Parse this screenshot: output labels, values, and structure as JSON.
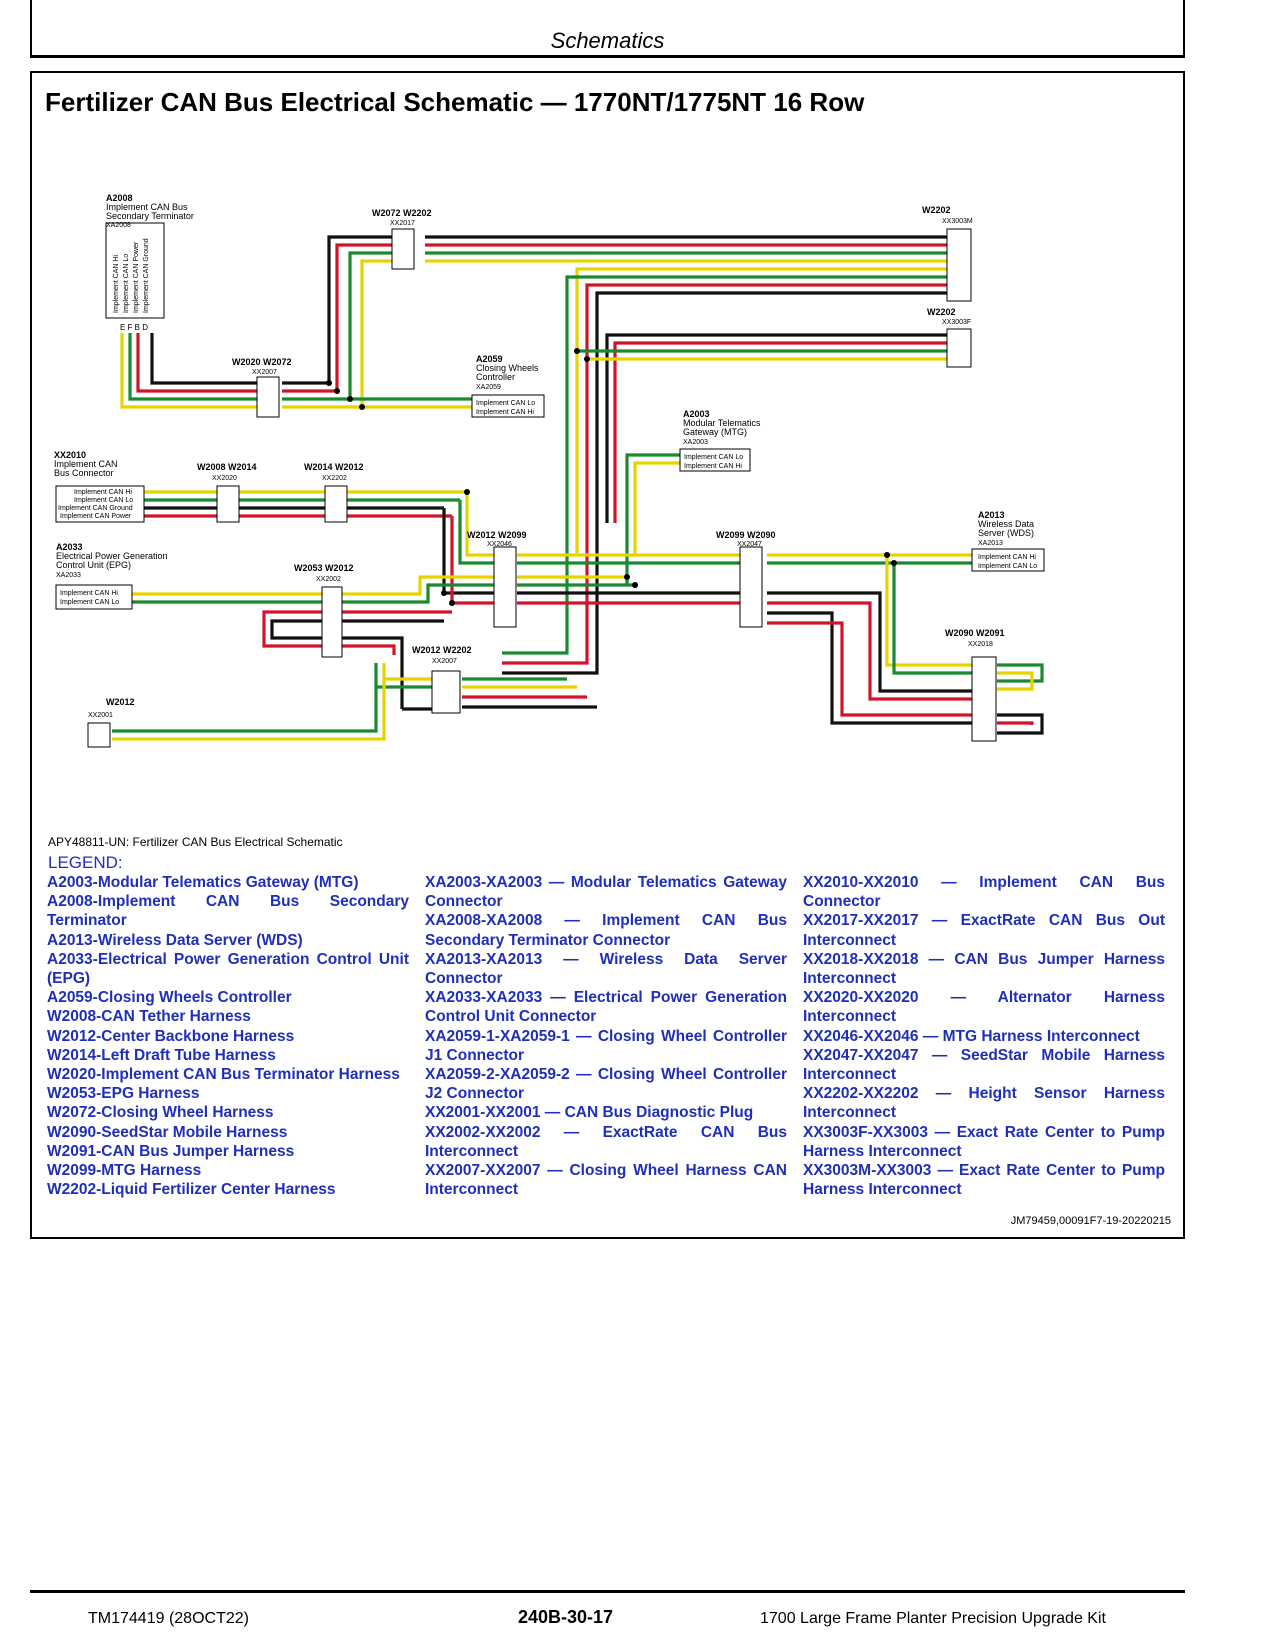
{
  "header": {
    "section": "Schematics"
  },
  "title": "Fertilizer CAN Bus Electrical Schematic — 1770NT/1775NT 16 Row",
  "caption": "APY48811-UN: Fertilizer CAN Bus Electrical Schematic",
  "legend_heading": "LEGEND:",
  "legend_col1": [
    "A2003-Modular Telematics Gateway (MTG)",
    "A2008-Implement CAN Bus Secondary Terminator",
    "A2013-Wireless Data Server (WDS)",
    "A2033-Electrical Power Generation Control Unit (EPG)",
    "A2059-Closing Wheels Controller",
    "W2008-CAN Tether Harness",
    "W2012-Center Backbone Harness",
    "W2014-Left Draft Tube Harness",
    "W2020-Implement CAN Bus Terminator Harness",
    "W2053-EPG Harness",
    "W2072-Closing Wheel Harness",
    "W2090-SeedStar Mobile Harness",
    "W2091-CAN Bus Jumper Harness",
    "W2099-MTG Harness",
    "W2202-Liquid Fertilizer Center Harness"
  ],
  "legend_col2": [
    "XA2003-XA2003 — Modular Telematics Gateway Connector",
    "XA2008-XA2008 — Implement CAN Bus Secondary Terminator Connector",
    "XA2013-XA2013 — Wireless Data Server Connector",
    "XA2033-XA2033 — Electrical Power Generation Control Unit Connector",
    "XA2059-1-XA2059-1 — Closing Wheel Controller J1 Connector",
    "XA2059-2-XA2059-2 — Closing Wheel Controller J2 Connector",
    "XX2001-XX2001 — CAN Bus Diagnostic Plug",
    "XX2002-XX2002 — ExactRate CAN Bus Interconnect",
    "XX2007-XX2007 — Closing Wheel Harness CAN Interconnect"
  ],
  "legend_col3": [
    "XX2010-XX2010 — Implement CAN Bus Connector",
    "XX2017-XX2017 — ExactRate CAN Bus Out Interconnect",
    "XX2018-XX2018 — CAN Bus Jumper Harness Interconnect",
    "XX2020-XX2020 — Alternator Harness Interconnect",
    "XX2046-XX2046 — MTG Harness Interconnect",
    "XX2047-XX2047 — SeedStar Mobile Harness Interconnect",
    "XX2202-XX2202 — Height Sensor Harness Interconnect",
    "XX3003F-XX3003 — Exact Rate Center to Pump Harness Interconnect",
    "XX3003M-XX3003 — Exact Rate Center to Pump Harness Interconnect"
  ],
  "reference": "JM79459,00091F7-19-20220215",
  "footer": {
    "left": "TM174419 (28OCT22)",
    "center": "240B-30-17",
    "right": "1700 Large Frame Planter Precision Upgrade Kit"
  },
  "components": {
    "a2008": {
      "id": "A2008",
      "name1": "Implement CAN Bus",
      "name2": "Secondary Terminator",
      "conn": "XA2008",
      "pins": [
        "Implement CAN Hi",
        "Implement CAN Lo",
        "Implement CAN Power",
        "Implement CAN Ground"
      ],
      "pin_letters": "E F B D"
    },
    "w2072_w2202": {
      "id": "W2072  W2202",
      "conn": "XX2017"
    },
    "w2202_top": {
      "id": "W2202",
      "conn": "XX3003M"
    },
    "w2202_mid": {
      "id": "W2202",
      "conn": "XX3003F"
    },
    "w2020_w2072": {
      "id": "W2020  W2072",
      "conn": "XX2007"
    },
    "a2059": {
      "id": "A2059",
      "name1": "Closing Wheels",
      "name2": "Controller",
      "conn": "XA2059",
      "pin1": "Implement CAN Lo",
      "pin2": "Implement CAN Hi"
    },
    "a2003": {
      "id": "A2003",
      "name1": "Modular Telematics",
      "name2": "Gateway (MTG)",
      "conn": "XA2003",
      "pin1": "Implement CAN Lo",
      "pin2": "Implement CAN Hi"
    },
    "xx2010": {
      "id": "XX2010",
      "name1": "Implement CAN",
      "name2": "Bus Connector",
      "pins": [
        "Implement CAN Hi",
        "Implement CAN Lo",
        "Implement CAN Ground",
        "Implement CAN Power"
      ]
    },
    "w2008_w2014": {
      "id": "W2008  W2014",
      "conn": "XX2020"
    },
    "w2014_w2012": {
      "id": "W2014  W2012",
      "conn": "XX2202"
    },
    "w2012_w2099": {
      "id": "W2012  W2099",
      "conn": "XX2046"
    },
    "w2099_w2090": {
      "id": "W2099  W2090",
      "conn": "XX2047"
    },
    "a2013": {
      "id": "A2013",
      "name1": "Wireless Data",
      "name2": "Server (WDS)",
      "conn": "XA2013",
      "pin1": "Implement CAN Hi",
      "pin2": "Implement CAN Lo"
    },
    "a2033": {
      "id": "A2033",
      "name1": "Electrical Power Generation",
      "name2": "Control Unit (EPG)",
      "conn": "XA2033",
      "pin1": "Implement CAN Hi",
      "pin2": "Implement CAN Lo"
    },
    "w2053_w2012": {
      "id": "W2053  W2012",
      "conn": "XX2002"
    },
    "w2012_w2202": {
      "id": "W2012  W2202",
      "conn": "XX2007"
    },
    "w2090_w2091": {
      "id": "W2090  W2091",
      "conn": "XX2018"
    },
    "w2012_diag": {
      "id": "W2012",
      "conn": "XX2001"
    }
  },
  "wire_colors": {
    "can_hi": "#e6d400",
    "can_lo": "#1a8a2e",
    "power": "#d0142a",
    "ground": "#111111"
  }
}
